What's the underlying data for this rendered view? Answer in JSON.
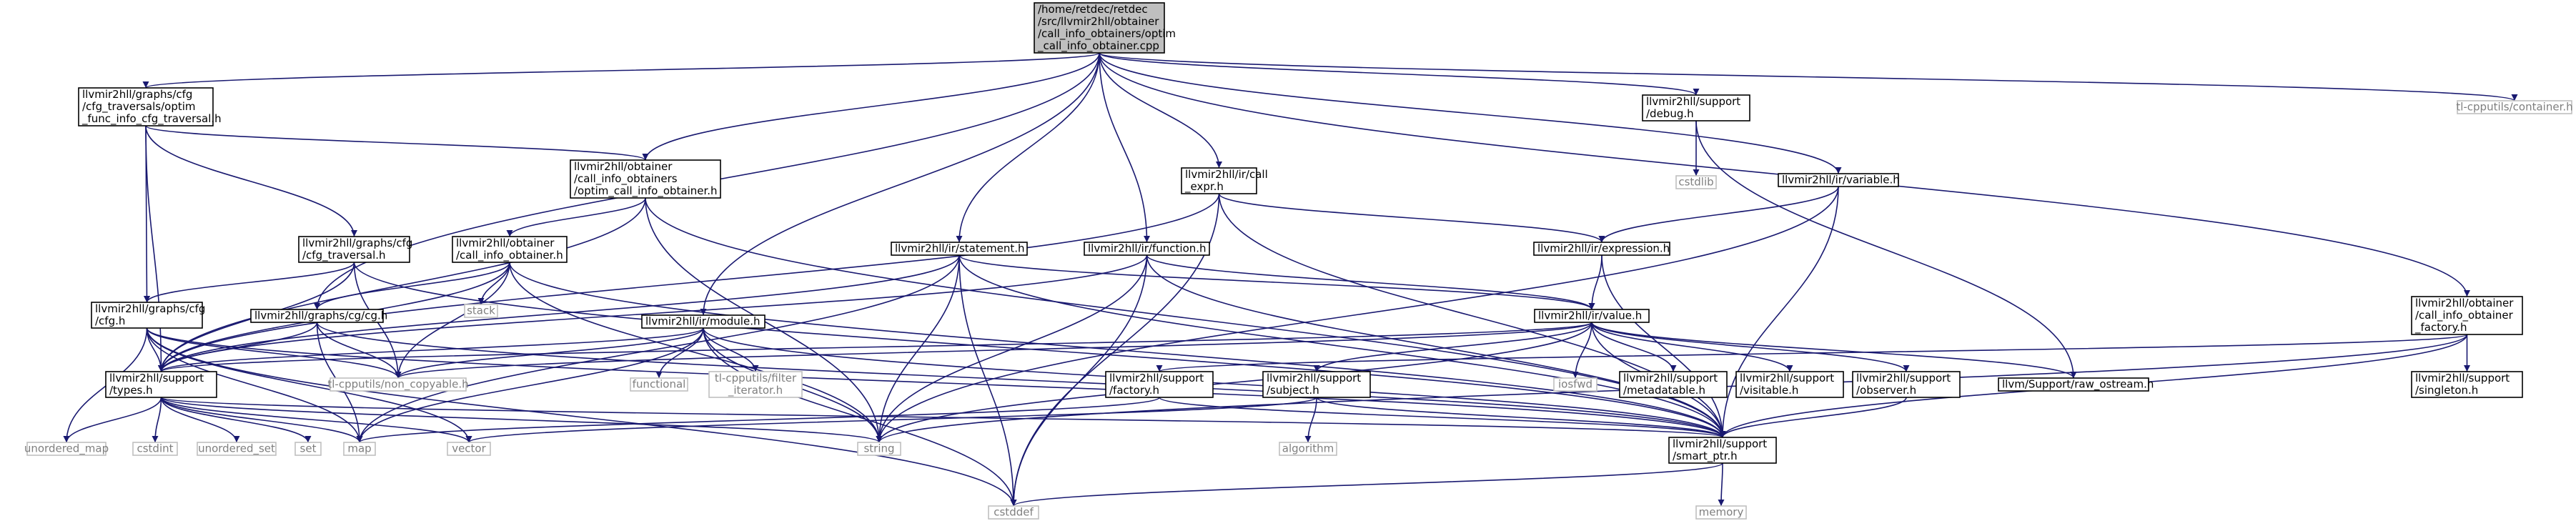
{
  "diagram": {
    "colors": {
      "edge": "#191970",
      "root_fill": "#bfbfbf",
      "ext_border": "#bfbfbf",
      "ext_text": "#7f7f7f"
    },
    "nodes": {
      "root": [
        "/home/retdec/retdec",
        "/src/llvmir2hll/obtainer",
        "/call_info_obtainers/optim",
        "_call_info_obtainer.cpp"
      ],
      "cfg_trav_optim": [
        "llvmir2hll/graphs/cfg",
        "/cfg_traversals/optim",
        "_func_info_cfg_traversal.h"
      ],
      "optim_obt": [
        "llvmir2hll/obtainer",
        "/call_info_obtainers",
        "/optim_call_info_obtainer.h"
      ],
      "call_expr": [
        "llvmir2hll/ir/call",
        "_expr.h"
      ],
      "debug": [
        "llvmir2hll/support",
        "/debug.h"
      ],
      "container": [
        "tl-cpputils/container.h"
      ],
      "cstdlib": [
        "cstdlib"
      ],
      "variable": [
        "llvmir2hll/ir/variable.h"
      ],
      "cfg_traversal": [
        "llvmir2hll/graphs/cfg",
        "/cfg_traversal.h"
      ],
      "call_info_obt": [
        "llvmir2hll/obtainer",
        "/call_info_obtainer.h"
      ],
      "statement": [
        "llvmir2hll/ir/statement.h"
      ],
      "function": [
        "llvmir2hll/ir/function.h"
      ],
      "expression": [
        "llvmir2hll/ir/expression.h"
      ],
      "obt_factory": [
        "llvmir2hll/obtainer",
        "/call_info_obtainer",
        "_factory.h"
      ],
      "stack": [
        "stack"
      ],
      "cfg_h": [
        "llvmir2hll/graphs/cfg",
        "/cfg.h"
      ],
      "cg_h": [
        "llvmir2hll/graphs/cg/cg.h"
      ],
      "module": [
        "llvmir2hll/ir/module.h"
      ],
      "value": [
        "llvmir2hll/ir/value.h"
      ],
      "types": [
        "llvmir2hll/support",
        "/types.h"
      ],
      "non_copyable": [
        "tl-cpputils/non_copyable.h"
      ],
      "functional": [
        "functional"
      ],
      "filter_iter": [
        "tl-cpputils/filter",
        "_iterator.h"
      ],
      "sup_factory": [
        "llvmir2hll/support",
        "/factory.h"
      ],
      "subject": [
        "llvmir2hll/support",
        "/subject.h"
      ],
      "iosfwd": [
        "iosfwd"
      ],
      "metadatable": [
        "llvmir2hll/support",
        "/metadatable.h"
      ],
      "visitable": [
        "llvmir2hll/support",
        "/visitable.h"
      ],
      "observer": [
        "llvmir2hll/support",
        "/observer.h"
      ],
      "raw_ostream": [
        "llvm/Support/raw_ostream.h"
      ],
      "singleton": [
        "llvmir2hll/support",
        "/singleton.h"
      ],
      "unordered_map": [
        "unordered_map"
      ],
      "cstdint": [
        "cstdint"
      ],
      "unordered_set": [
        "unordered_set"
      ],
      "set": [
        "set"
      ],
      "map": [
        "map"
      ],
      "vector": [
        "vector"
      ],
      "string": [
        "string"
      ],
      "algorithm": [
        "algorithm"
      ],
      "smart_ptr": [
        "llvmir2hll/support",
        "/smart_ptr.h"
      ],
      "memory": [
        "memory"
      ],
      "cstddef": [
        "cstddef"
      ]
    }
  }
}
